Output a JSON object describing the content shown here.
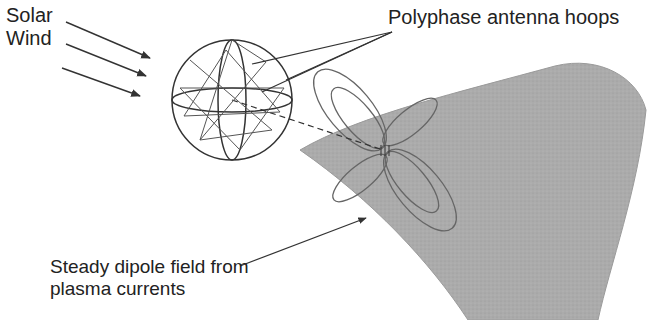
{
  "diagram": {
    "labels": [
      "Solar Wind",
      "Polyphase antenna hoops",
      "Steady dipole field from plasma currents"
    ]
  }
}
